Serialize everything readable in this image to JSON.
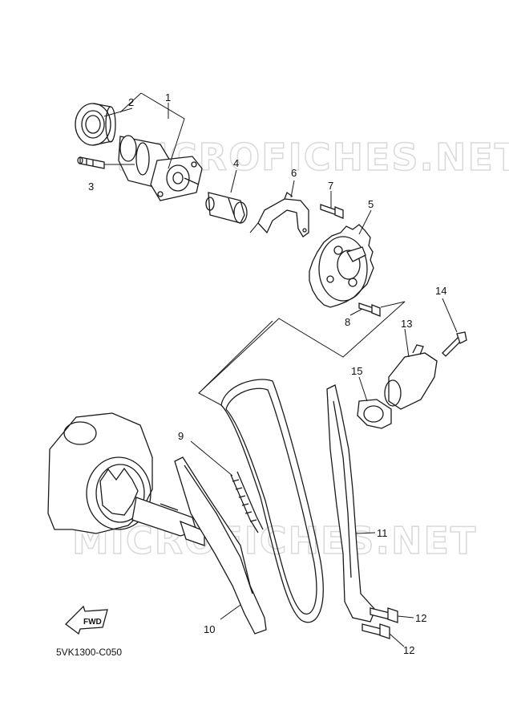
{
  "watermarks": [
    "MICROFICHES.NET",
    "MICROFICHES.NET"
  ],
  "callouts": {
    "c1": "1",
    "c2": "2",
    "c3": "3",
    "c4": "4",
    "c5": "5",
    "c6": "6",
    "c7": "7",
    "c8": "8",
    "c9": "9",
    "c10": "10",
    "c11": "11",
    "c12a": "12",
    "c12b": "12",
    "c13": "13",
    "c14": "14",
    "c15": "15"
  },
  "fwd_label": "FWD",
  "diagram_ref": "5VK1300-C050",
  "icons": {
    "fwd": "forward-arrow-icon"
  }
}
